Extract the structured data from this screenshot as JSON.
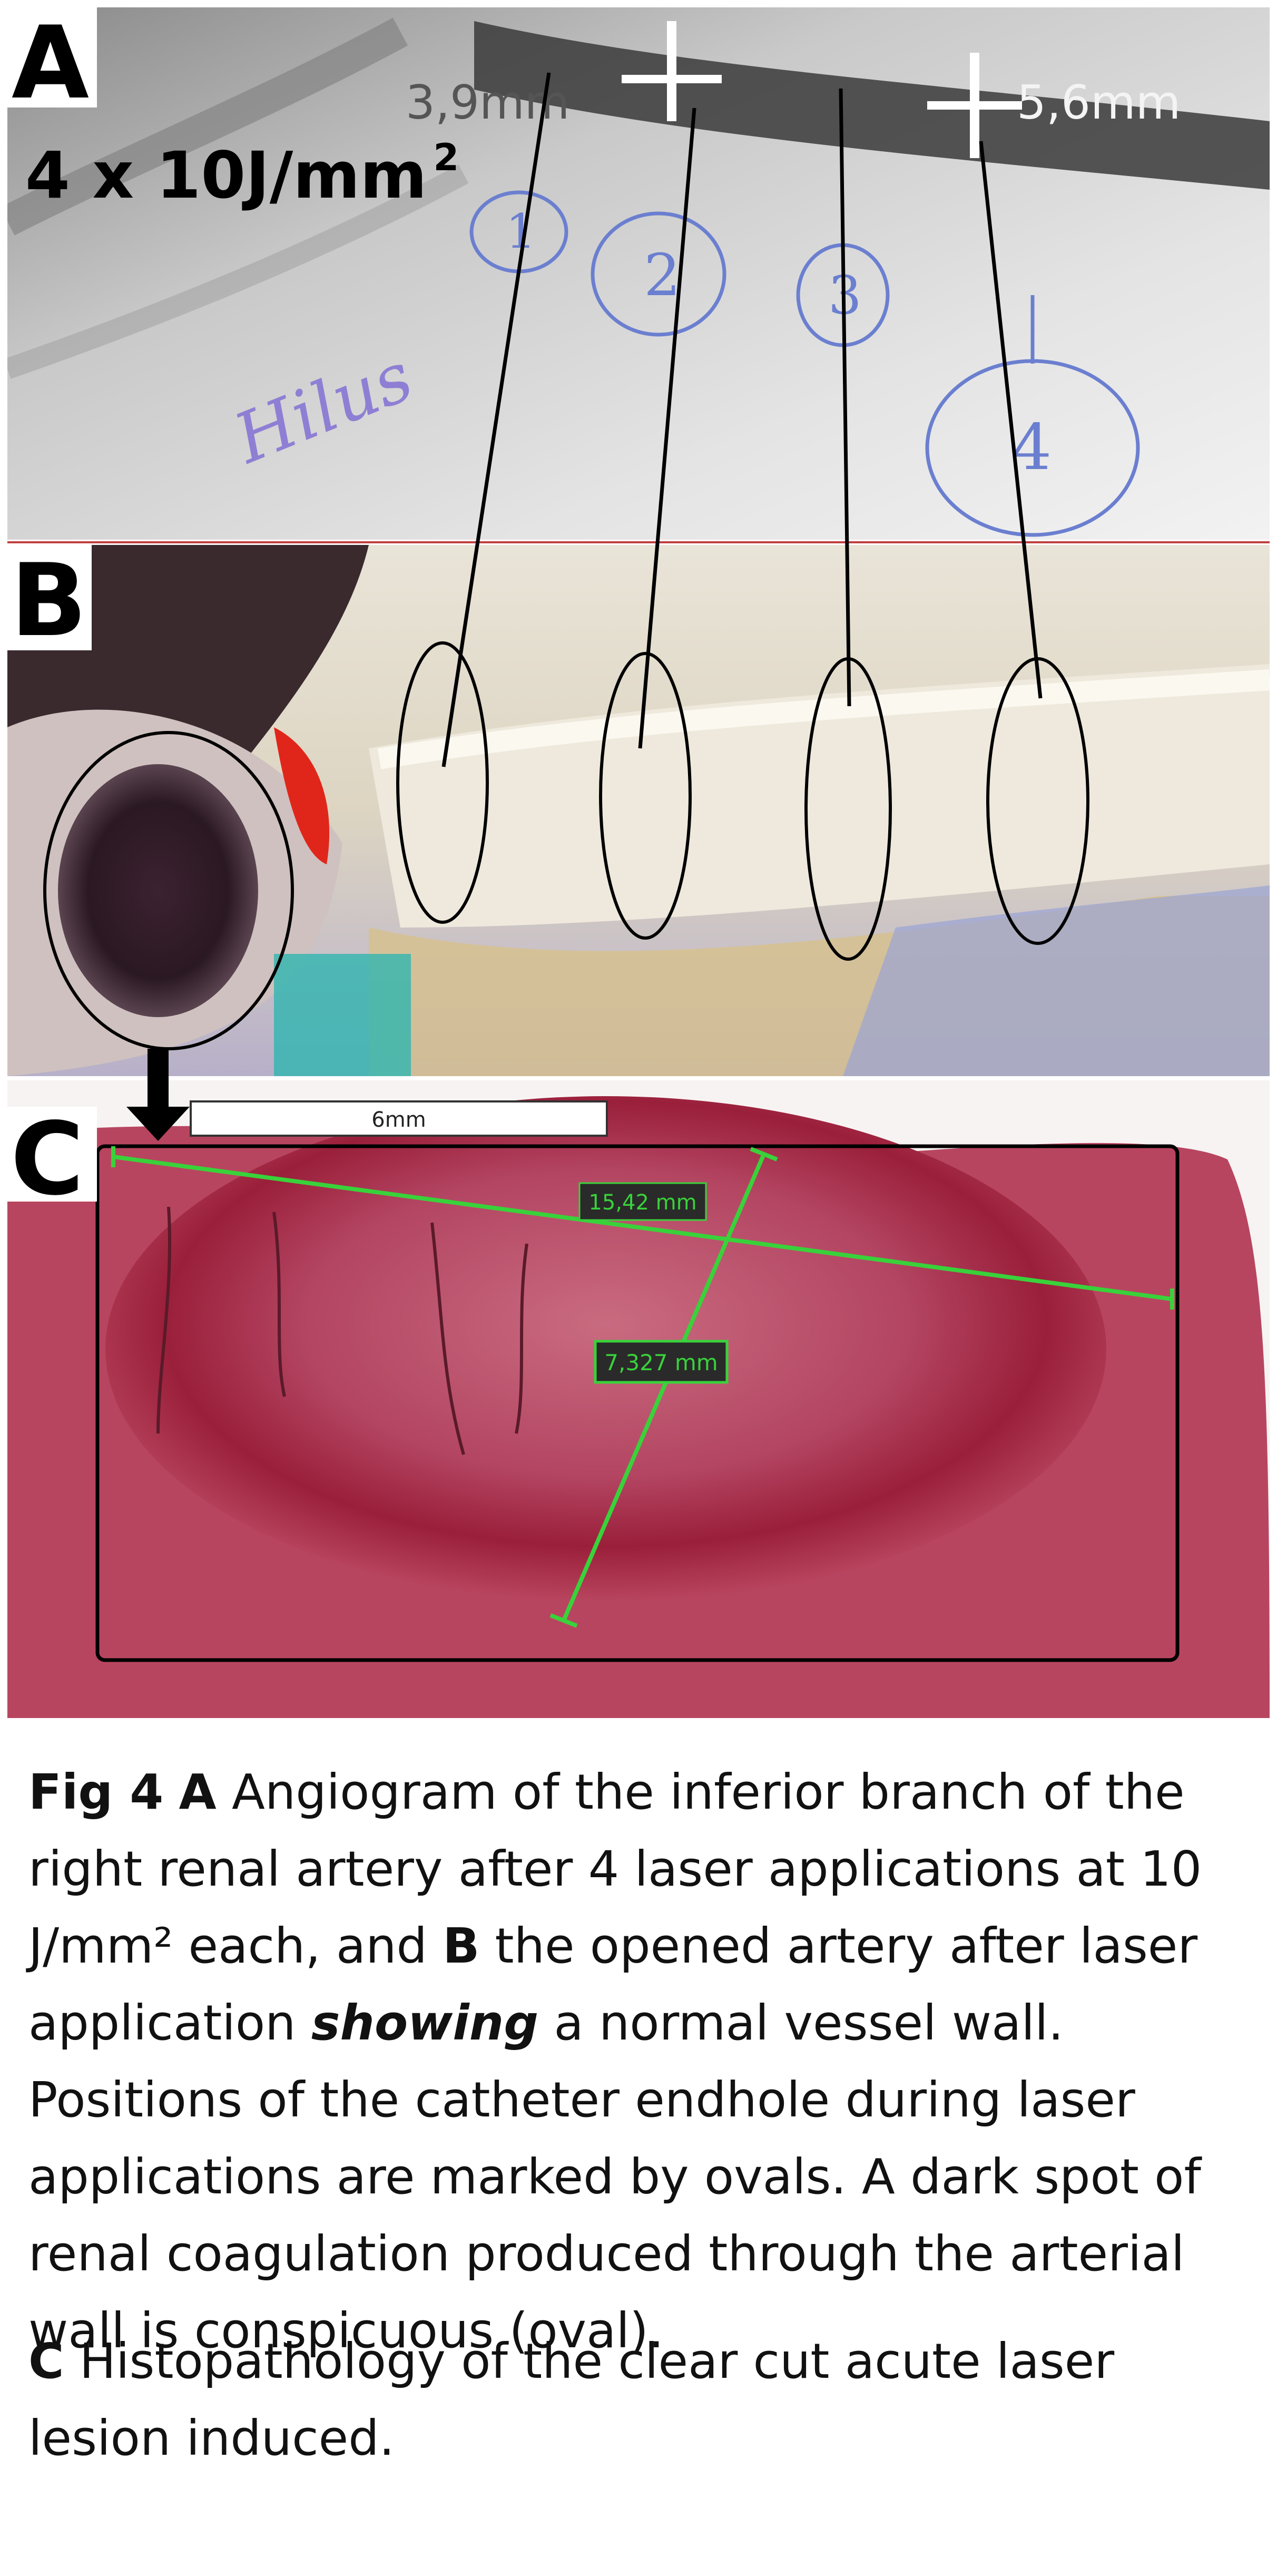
{
  "panels": {
    "a": {
      "letter": "A",
      "dose": "4 x 10J/mm",
      "dose_sup": "2",
      "dist1": "3,9mm",
      "dist2": "5,6mm",
      "handwriting": "Hilus",
      "circles": [
        "1",
        "2",
        "3",
        "4"
      ]
    },
    "b": {
      "letter": "B"
    },
    "c": {
      "letter": "C",
      "scale": "6mm",
      "length": "15,42 mm",
      "width": "7,327 mm"
    }
  },
  "caption": {
    "fig": "Fig 4",
    "a_letter": "A",
    "a_text": " Angiogram of the inferior branch of the right renal artery after 4 laser applications at 10 J/mm² each, and ",
    "b_letter": "B",
    "b_text1": " the opened artery after laser application ",
    "b_emph": "showing",
    "b_text2": " a normal vessel wall. Positions of the catheter endhole during laser applications are marked by ovals. A dark spot of renal coagulation produced through the arterial wall is conspicuous (oval).",
    "c_letter": "C",
    "c_text": " Histopathology of the clear cut acute laser lesion induced."
  },
  "colors": {
    "tissue": "#b8455f",
    "lesion": "#9a1f3a",
    "measure": "#39d23a",
    "ink": "#6b7fd0"
  }
}
